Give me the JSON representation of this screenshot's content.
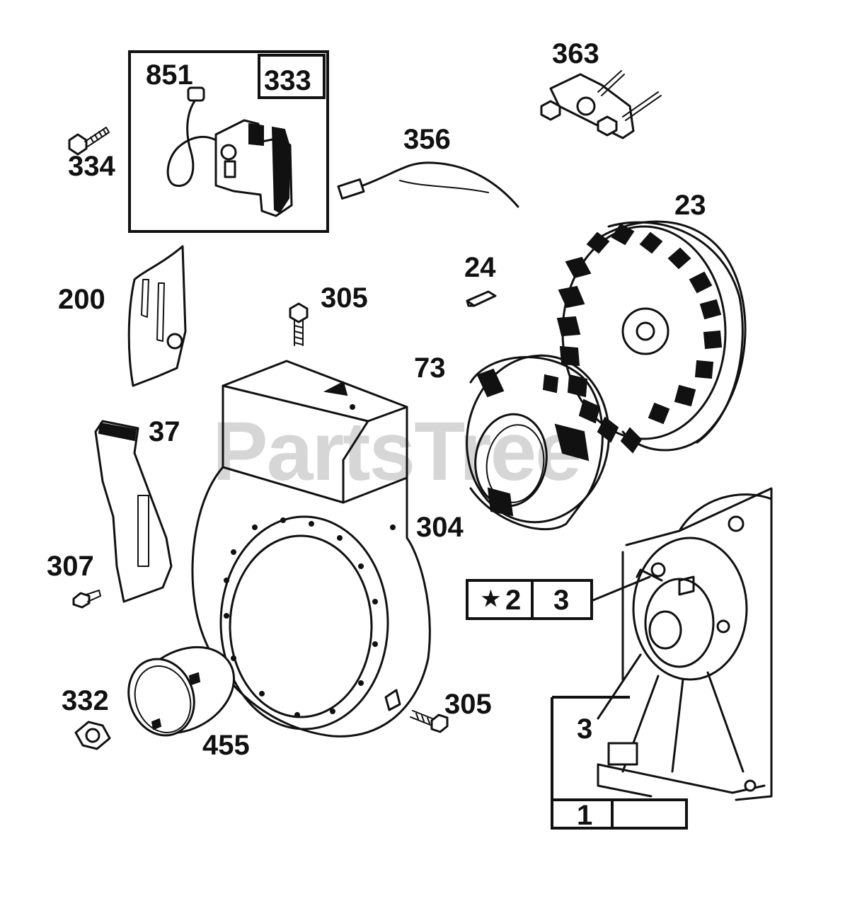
{
  "watermark": {
    "text": "PartsTree",
    "trademark": "™"
  },
  "callouts": {
    "p851": "851",
    "p333": "333",
    "p334": "334",
    "p363": "363",
    "p356": "356",
    "p23": "23",
    "p24": "24",
    "p200": "200",
    "p305_top": "305",
    "p73": "73",
    "p37": "37",
    "p304": "304",
    "p307": "307",
    "p332": "332",
    "p455": "455",
    "p305_bottom": "305",
    "p3_side": "3"
  },
  "kit_box": {
    "star": "★",
    "qty": "2",
    "ref": "3"
  },
  "engine_box": {
    "ref": "1"
  }
}
